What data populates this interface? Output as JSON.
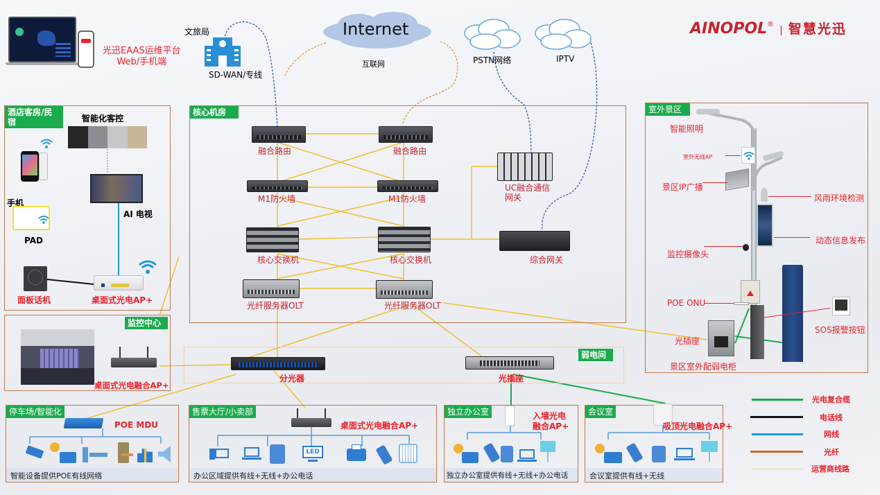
{
  "brand": {
    "logo_text": "AINOPOL",
    "registered": "®",
    "separator": "|",
    "slogan": "智慧光迅",
    "color": "#c8232c"
  },
  "top": {
    "platform_line1": "光迅EAAS运维平台",
    "platform_line2": "Web/手机端",
    "tourism_bureau": "文旅局",
    "sdwan": "SD-WAN/专线",
    "internet_cloud": "Internet",
    "internet_label": "互联网",
    "pstn_label": "PSTN网络",
    "iptv_label": "IPTV"
  },
  "hotel": {
    "tag": "酒店客房/民宿",
    "smart_control": "智能化客控",
    "phone": "手机",
    "pad": "PAD",
    "ai_tv": "AI 电视",
    "panel_phone": "面板话机",
    "desktop_ap": "桌面式光电AP+"
  },
  "monitor": {
    "tag": "监控中心",
    "ap": "桌面式光电融合AP+"
  },
  "core": {
    "tag": "核心机房",
    "router_left": "融合路由",
    "router_right": "融合路由",
    "fw_left": "M1防火墙",
    "fw_right": "M1防火墙",
    "switch_left": "核心交换机",
    "switch_right": "核心交换机",
    "olt_left": "光纤服务器OLT",
    "olt_right": "光纤服务器OLT",
    "uc_gateway_line1": "UC融合通信",
    "uc_gateway_line2": "网关",
    "integrated_gateway": "综合网关"
  },
  "weak_room": {
    "tag": "弱电间",
    "splitter": "分光器",
    "fiber_socket": "光插座"
  },
  "scenic": {
    "tag": "室外景区",
    "smart_lighting": "智能照明",
    "outdoor_ap": "室外无线AP",
    "ip_broadcast": "景区IP广播",
    "weather": "风雨环境检测",
    "info_release": "动态信息发布",
    "camera": "监控摄像头",
    "poe_onu": "POE ONU",
    "fiber_socket": "光插座",
    "sos": "SOS报警按钮",
    "cabinet": "景区室外配弱电柜"
  },
  "parking": {
    "tag": "停车场/智能化",
    "mdu": "POE MDU",
    "footer": "智能设备提供POE有线网络"
  },
  "ticket": {
    "tag": "售票大厅/小卖部",
    "ap": "桌面式光电融合AP+",
    "footer": "办公区域提供有线+无线+办公电话",
    "led": "LED"
  },
  "office": {
    "tag": "独立办公室",
    "ap_line1": "入墙光电",
    "ap_line2": "融合AP+",
    "footer": "独立办公室提供有线+无线+办公电话"
  },
  "meeting": {
    "tag": "会议室",
    "ap": "吸顶光电融合AP+",
    "footer": "会议室提供有线+无线"
  },
  "legend": [
    {
      "label": "光电复合缆",
      "color": "#1aab4d",
      "style": "solid"
    },
    {
      "label": "电话线",
      "color": "#111111",
      "style": "solid"
    },
    {
      "label": "网线",
      "color": "#1e9ad6",
      "style": "solid"
    },
    {
      "label": "光纤",
      "color": "#c86a2a",
      "style": "solid"
    },
    {
      "label": "运营商线路",
      "color": "#e8b84a",
      "style": "dotted"
    }
  ],
  "colors": {
    "fiber_yellow": "#f0c02c",
    "operator_dash_blue": "#3a5ea8",
    "operator_dash_gold": "#d4a030",
    "box_border": "#c0784a",
    "tag_green": "#1aab4d",
    "label_red": "#e8232c"
  }
}
